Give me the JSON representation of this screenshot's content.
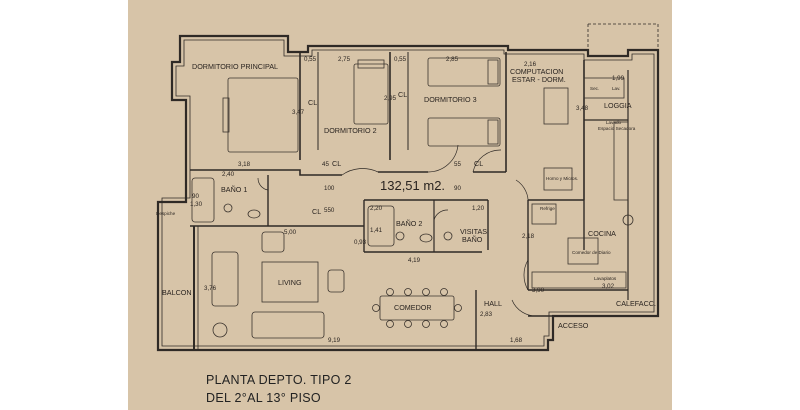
{
  "area": "132,51 m2.",
  "title": {
    "line1": "PLANTA DEPTO. TIPO 2",
    "line2": "DEL 2°AL 13° PISO"
  },
  "rooms": {
    "dormitorio_principal": "DORMITORIO PRINCIPAL",
    "dormitorio_2": "DORMITORIO 2",
    "dormitorio_3": "DORMITORIO 3",
    "computacion_1": "COMPUTACION",
    "computacion_2": "ESTAR - DORM.",
    "loggia": "LOGGIA",
    "cocina": "COCINA",
    "bano_1": "BAÑO 1",
    "bano_2": "BAÑO 2",
    "visitas_1": "VISITAS",
    "visitas_2": "BAÑO",
    "living": "LIVING",
    "comedor": "COMEDOR",
    "hall": "HALL",
    "acceso": "ACCESO",
    "balcon": "BALCON",
    "calefacc": "CALEFACC."
  },
  "closets": {
    "cl1": "CL",
    "cl2": "CL",
    "cl3": "CL",
    "cl4": "CL",
    "cl5": "CL"
  },
  "fixtures": {
    "sec": "Sec.",
    "lav": "Lav.",
    "refrig": "Refrige",
    "horno": "Horno y Micros.",
    "comedor_diario": "Comedor de Diario",
    "lavaplatos": "Lavaplatos",
    "lavado": "Lavado",
    "espacio_secadora": "Espacio Secadora",
    "despiche": "Despiche"
  },
  "dims": {
    "d055a": "0,55",
    "d275": "2,75",
    "d055b": "0,55",
    "d285": "2,85",
    "d216": "2,16",
    "d199": "1,99",
    "d347": "3,47",
    "d295": "2,95",
    "d348": "3,48",
    "d318": "3,18",
    "d240": "2,40",
    "d45": "45",
    "d55": "55",
    "d100": "100",
    "d90": "90",
    "d550": "550",
    "d90b": "90",
    "d220a": "2,20",
    "d141": "1,41",
    "d120": "1,20",
    "d500": "5,00",
    "d093": "0,93",
    "d419": "4,19",
    "d218": "2,18",
    "d376": "3,76",
    "d390": "3,90",
    "d302": "3,02",
    "d283": "2,83",
    "d919": "9,19",
    "d168": "1,68",
    "d130": "1,30"
  }
}
